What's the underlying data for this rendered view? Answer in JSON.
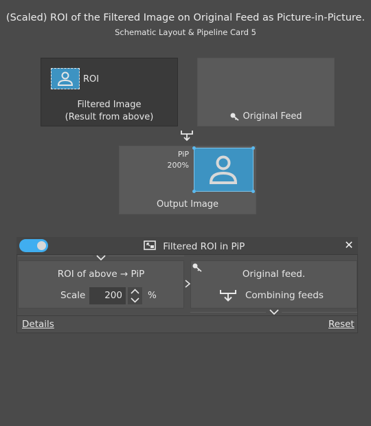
{
  "header": {
    "title": "(Scaled) ROI of the Filtered Image on Original Feed as Picture-in-Picture.",
    "subtitle": "Schematic Layout & Pipeline Card 5"
  },
  "schematic": {
    "filtered_box": {
      "roi_label": "ROI",
      "title_line1": "Filtered Image",
      "title_line2": "(Result from above)"
    },
    "original_box": {
      "label": "Original Feed",
      "icon": "key-feed-icon"
    },
    "output_box": {
      "pip_label": "PiP",
      "pip_scale": "200%",
      "label": "Output Image",
      "icon": "person-icon"
    },
    "connector_icon": "merge-down-icon"
  },
  "card": {
    "enabled": true,
    "title": "Filtered ROI in PiP",
    "title_icon": "pip-icon",
    "close_icon": "close-icon",
    "left_panel": {
      "heading": "ROI of above → PiP",
      "scale_label": "Scale",
      "scale_value": "200",
      "scale_unit": "%"
    },
    "right_panel": {
      "heading": "Original feed.",
      "combine_label": "Combining feeds"
    },
    "footer": {
      "details": "Details",
      "reset": "Reset"
    }
  },
  "colors": {
    "background": "#4a4a4a",
    "accent": "#40aef0",
    "image_fill": "#3d93c2"
  }
}
